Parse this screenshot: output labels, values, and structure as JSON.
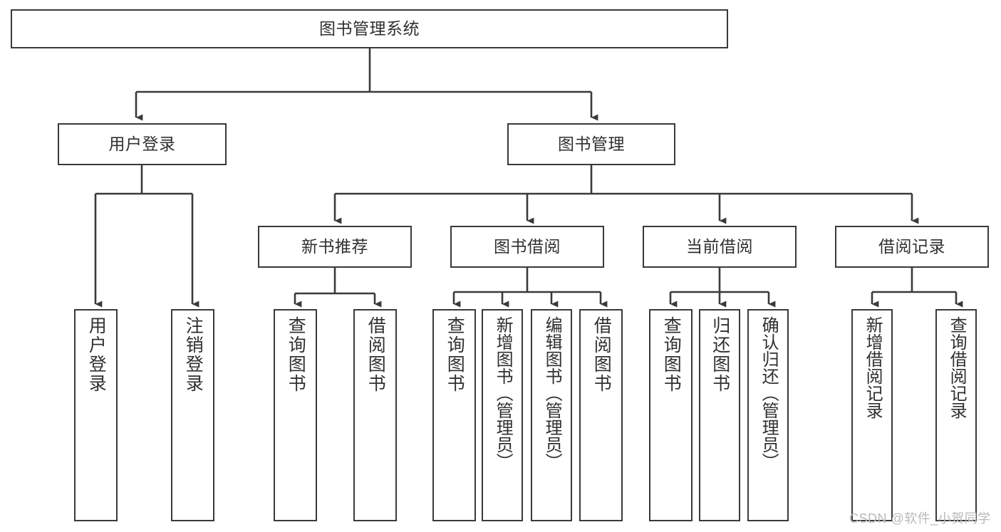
{
  "diagram": {
    "type": "tree",
    "title": "图书管理系统",
    "watermark": "CSDN @软件_小贺同学",
    "colors": {
      "background": "#ffffff",
      "node_border": "#3a3a3a",
      "node_fill": "#ffffff",
      "text": "#303030",
      "edge": "#3a3a3a",
      "watermark": "#b9b9b9"
    },
    "root": {
      "label": "图书管理系统"
    },
    "level2": [
      {
        "label": "用户登录"
      },
      {
        "label": "图书管理"
      }
    ],
    "level3": [
      {
        "label": "新书推荐"
      },
      {
        "label": "图书借阅"
      },
      {
        "label": "当前借阅"
      },
      {
        "label": "借阅记录"
      }
    ],
    "leaves": {
      "user_login": [
        {
          "label": "用户登录"
        },
        {
          "label": "注销登录"
        }
      ],
      "new_book_recommend": [
        {
          "label": "查询图书"
        },
        {
          "label": "借阅图书"
        }
      ],
      "book_borrow": [
        {
          "label": "查询图书"
        },
        {
          "label": "新增图书（管理员）"
        },
        {
          "label": "编辑图书（管理员）"
        },
        {
          "label": "借阅图书"
        }
      ],
      "current_borrow": [
        {
          "label": "查询图书"
        },
        {
          "label": "归还图书"
        },
        {
          "label": "确认归还（管理员）"
        }
      ],
      "borrow_record": [
        {
          "label": "新增借阅记录"
        },
        {
          "label": "查询借阅记录"
        }
      ]
    }
  }
}
